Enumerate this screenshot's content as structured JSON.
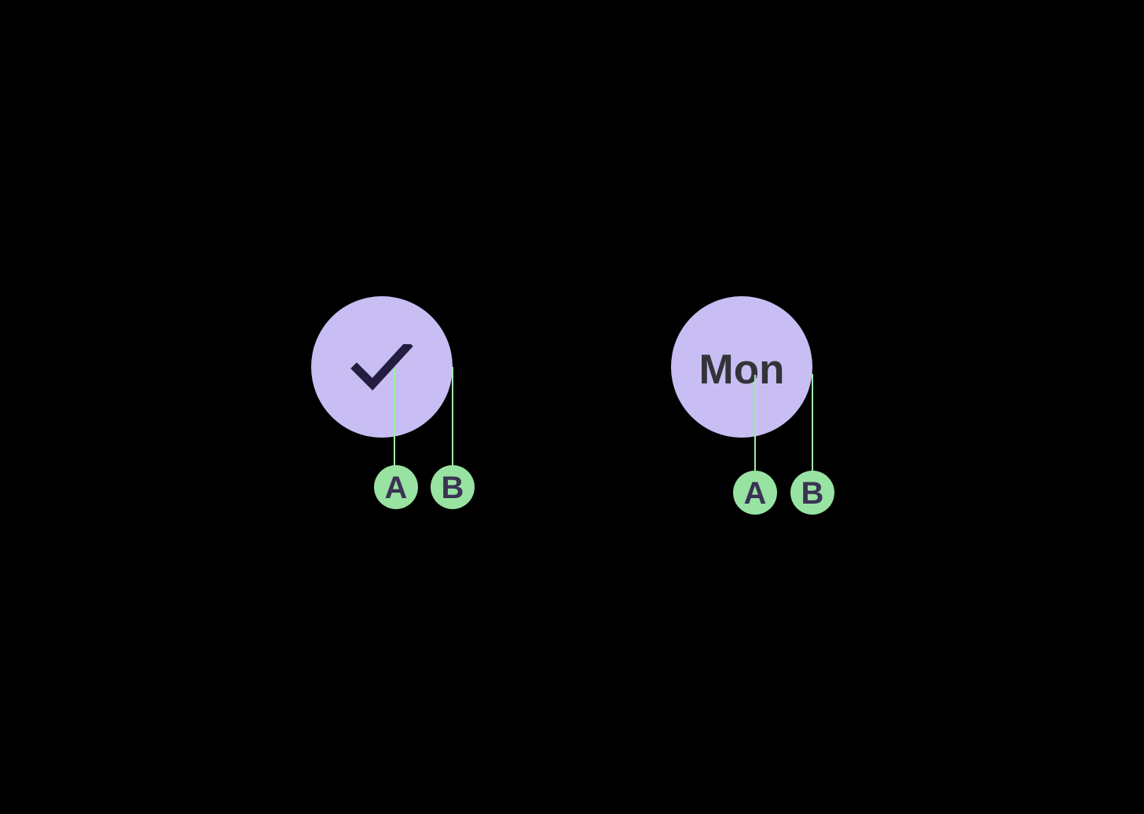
{
  "canvas": {
    "background": "#000000",
    "description": "graph-diagram-with-two-parent-nodes-and-green-child-nodes"
  },
  "colors": {
    "canvas_bg": "#000000",
    "parent_node_fill": "#c9bef3",
    "child_node_fill": "#98e3a2",
    "edge_color": "#9fe9a8",
    "check_color": "#241d40",
    "mon_text_color": "#343339",
    "child_label_color": "#3a3254"
  },
  "groups": [
    {
      "id": "check-node",
      "content_type": "icon",
      "icon": "checkmark-icon",
      "label": "",
      "children": [
        {
          "label": "A"
        },
        {
          "label": "B"
        }
      ]
    },
    {
      "id": "mon-node",
      "content_type": "text",
      "label": "Mon",
      "children": [
        {
          "label": "A"
        },
        {
          "label": "B"
        }
      ]
    }
  ]
}
